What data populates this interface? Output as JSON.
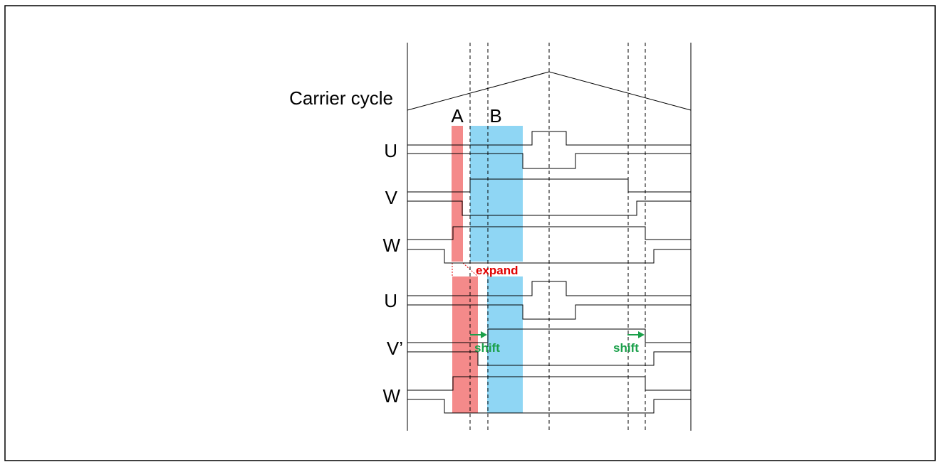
{
  "labels": {
    "carrier": "Carrier cycle",
    "region_a": "A",
    "region_b": "B",
    "top_u": "U",
    "top_v": "V",
    "top_w": "W",
    "bot_u": "U",
    "bot_v": "V’",
    "bot_w": "W"
  },
  "annotations": {
    "expand": "expand",
    "shift_left": "shift",
    "shift_right": "shift"
  },
  "colors": {
    "region_a": "#f48a8a",
    "region_b": "#8fd6f4",
    "expand_text": "#e00000",
    "shift_text": "#1aa04a",
    "line": "#000000"
  }
}
